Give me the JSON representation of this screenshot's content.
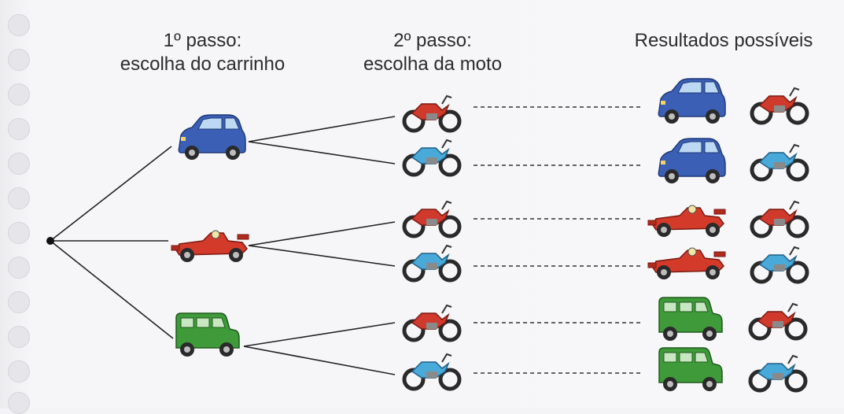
{
  "headers": {
    "step1_line1": "1º passo:",
    "step1_line2": "escolha do carrinho",
    "step2_line1": "2º passo:",
    "step2_line2": "escolha da moto",
    "results": "Resultados possíveis"
  },
  "colors": {
    "blue": "#3a5fb5",
    "red": "#d43a2a",
    "green": "#3f9a3a",
    "moto_red": "#d03a2c",
    "moto_blue": "#49a9d8",
    "line": "#222222"
  },
  "icons": [
    "blue-car-icon",
    "red-racecar-icon",
    "green-jeep-icon",
    "red-motorcycle-icon",
    "blue-motorcycle-icon"
  ]
}
